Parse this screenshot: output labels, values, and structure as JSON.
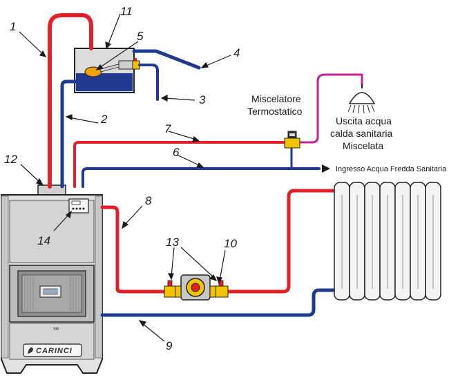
{
  "labels": {
    "miscelatore_line1": "Miscelatore",
    "miscelatore_line2": "Termostatico",
    "uscita_line1": "Uscita acqua",
    "uscita_line2": "calda sanitaria",
    "uscita_line3": "Miscelata",
    "ingresso": "Ingresso Acqua Fredda Sanitaria",
    "brand": "CARINCI",
    "model_mark": "SB"
  },
  "callouts": [
    "1",
    "2",
    "3",
    "4",
    "5",
    "6",
    "7",
    "8",
    "9",
    "10",
    "11",
    "12",
    "13",
    "14"
  ],
  "colors": {
    "hot_pipe": "#e3202a",
    "cold_pipe": "#1f3a8f",
    "mixed_pipe": "#c4219a",
    "stove_body": "#d9d9d9",
    "tank_water": "#1f3a8f",
    "valve_yellow": "#f2c400"
  }
}
